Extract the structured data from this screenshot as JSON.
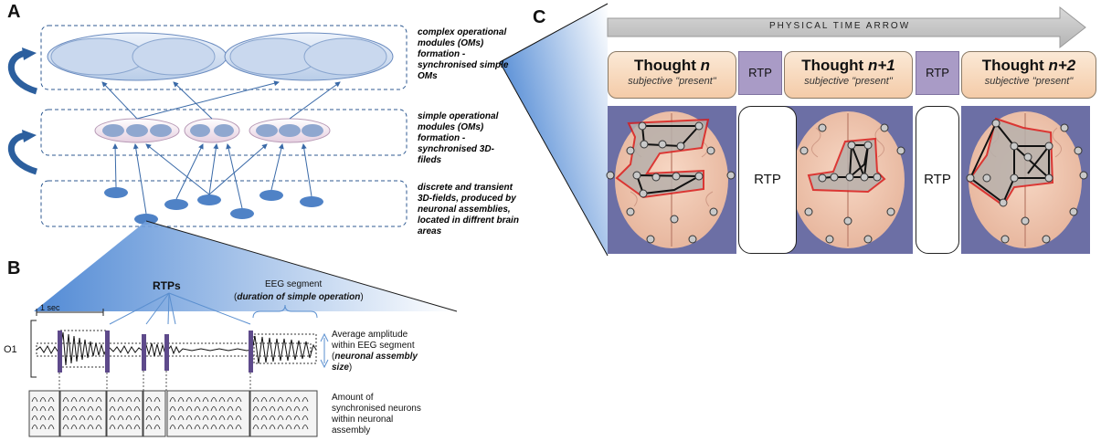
{
  "panels": {
    "a": "A",
    "b": "B",
    "c": "C"
  },
  "panel_a": {
    "levels": [
      {
        "note": "complex operational\nmodules (OMs)\nformation -\nsynchronised simple\nOMs"
      },
      {
        "note": "simple operational\nmodules (OMs)\nformation -\nsynchronised 3D-fileds"
      },
      {
        "note": "discrete and transient\n3D-fields, produced by\nneuronal assemblies,\nlocated in diffrent brain\nareas"
      }
    ]
  },
  "panel_b": {
    "scale_label": "1 sec",
    "rtps_label": "RTPs",
    "eeg_segment_label": "EEG segment",
    "eeg_segment_sub": "duration of simple operation",
    "channel_label": "O1",
    "amplitude_note_1": "Average amplitude",
    "amplitude_note_2": "within EEG segment",
    "amplitude_note_3": "neuronal assembly",
    "amplitude_note_4": "size",
    "neurons_note": "Amount of\nsynchronised neurons\nwithin neuronal\nassembly"
  },
  "panel_c": {
    "time_arrow": "PHYSICAL TIME ARROW",
    "thoughts": [
      {
        "title": "Thought ",
        "index": "n",
        "subtitle": "subjective \"present\""
      },
      {
        "title": "Thought ",
        "index": "n+1",
        "subtitle": "subjective \"present\""
      },
      {
        "title": "Thought ",
        "index": "n+2",
        "subtitle": "subjective \"present\""
      }
    ],
    "rtp_label": "RTP"
  },
  "colors": {
    "ellipse_fill": "#4f82c6",
    "arrow_blue": "#3a6aa8",
    "rtp_purple": "#a99bc6",
    "thought_peach": "#f4cba8",
    "brain_bg": "#6c6fa5",
    "outline_red": "#d81e1e"
  }
}
